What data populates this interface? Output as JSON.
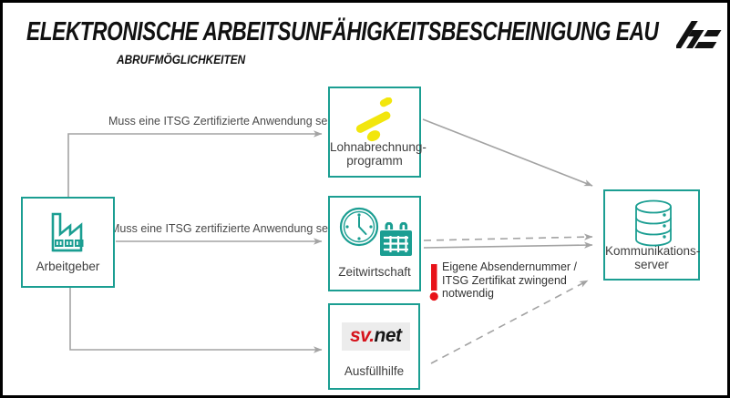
{
  "header": {
    "title": "ELEKTRONISCHE ARBEITSUNFÄHIGKEITSBESCHEINIGUNG EAU",
    "subtitle": "ABRUFMÖGLICHKEITEN"
  },
  "colors": {
    "teal": "#1b9e92",
    "arrow_gray": "#a3a3a3",
    "red": "#e81219",
    "yellow": "#f2e60d"
  },
  "nodes": {
    "arbeitgeber": {
      "label": "Arbeitgeber"
    },
    "lohnabrechnungprogramm": {
      "label_line1": "Lohnabrechnung-",
      "label_line2": "programm"
    },
    "zeitwirtschaft": {
      "label": "Zeitwirtschaft"
    },
    "ausfuellhilfe": {
      "label": "Ausfüllhilfe",
      "logo_sv": "sv",
      "logo_dot": ".",
      "logo_net": "net"
    },
    "kommunikationsserver": {
      "label_line1": "Kommunikations-",
      "label_line2": "server"
    }
  },
  "edges": {
    "arbeitgeber_to_lohnabrechnung": {
      "label": "Muss eine ITSG Zertifizierte Anwendung sein"
    },
    "arbeitgeber_to_zeitwirtschaft": {
      "label": "Muss eine ITSG zertifizierte Anwendung sein"
    }
  },
  "warning": {
    "line1": "Eigene Absendernummer /",
    "line2": "ITSG Zertifikat zwingend",
    "line3": "notwendig"
  }
}
